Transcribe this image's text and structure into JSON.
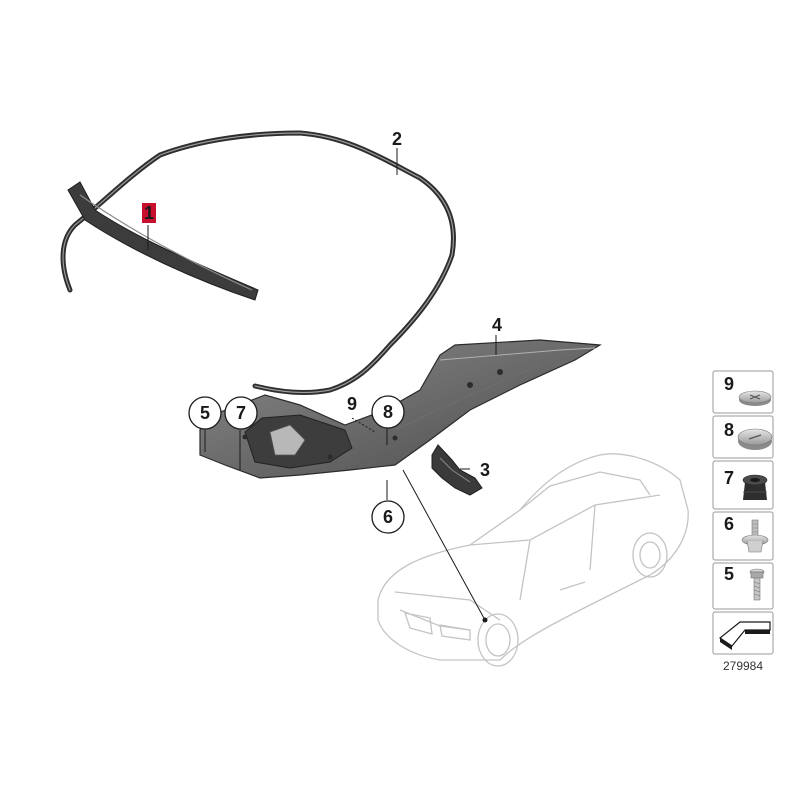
{
  "callouts": {
    "part_1": "1",
    "part_2": "2",
    "part_3": "3",
    "part_4": "4",
    "part_5": "5",
    "part_6": "6",
    "part_7": "7",
    "part_8": "8",
    "part_9": "9"
  },
  "legend": {
    "items": [
      {
        "number": "9",
        "icon": "flat-cap-with-cross-icon"
      },
      {
        "number": "8",
        "icon": "flat-cap-with-slot-icon"
      },
      {
        "number": "7",
        "icon": "expanding-grommet-icon"
      },
      {
        "number": "6",
        "icon": "expanding-rivet-icon"
      },
      {
        "number": "5",
        "icon": "screw-icon"
      }
    ],
    "wedge_icon": "wedge-template-icon"
  },
  "diagram_number": "279984",
  "colors": {
    "line": "#1a1a1a",
    "seal": "#3a3a3a",
    "part_gray": "#5c5c5c",
    "highlight_label": "#c8102e",
    "car_outline": "#bdbdbd"
  }
}
